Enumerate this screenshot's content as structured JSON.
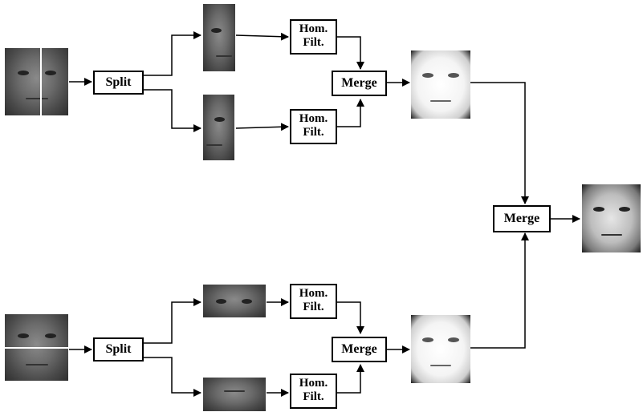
{
  "diagram": {
    "top_pipeline": {
      "split_label": "Split",
      "filter_top": {
        "line1": "Hom.",
        "line2": "Filt."
      },
      "filter_bottom": {
        "line1": "Hom.",
        "line2": "Filt."
      },
      "merge_label": "Merge"
    },
    "bottom_pipeline": {
      "split_label": "Split",
      "filter_top": {
        "line1": "Hom.",
        "line2": "Filt."
      },
      "filter_bottom": {
        "line1": "Hom.",
        "line2": "Filt."
      },
      "merge_label": "Merge"
    },
    "final_merge_label": "Merge"
  }
}
